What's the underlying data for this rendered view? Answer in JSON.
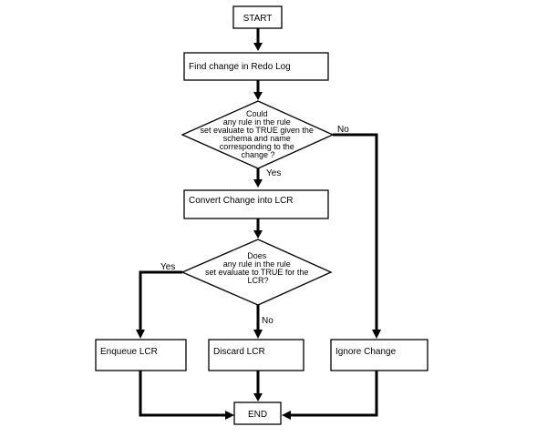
{
  "nodes": {
    "start": "START",
    "find_change": "Find change in Redo Log",
    "decision1": [
      "Could",
      "any rule in the rule",
      "set evaluate to TRUE given the",
      "schema and name",
      "corresponding to the",
      "change ?"
    ],
    "convert": "Convert Change into LCR",
    "decision2": [
      "Does",
      "any rule in the rule",
      "set evaluate to TRUE for the",
      "LCR?"
    ],
    "enqueue": "Enqueue LCR",
    "discard": "Discard LCR",
    "ignore": "Ignore Change",
    "end": "END"
  },
  "edges": {
    "d1_yes": "Yes",
    "d1_no": "No",
    "d2_yes": "Yes",
    "d2_no": "No"
  }
}
